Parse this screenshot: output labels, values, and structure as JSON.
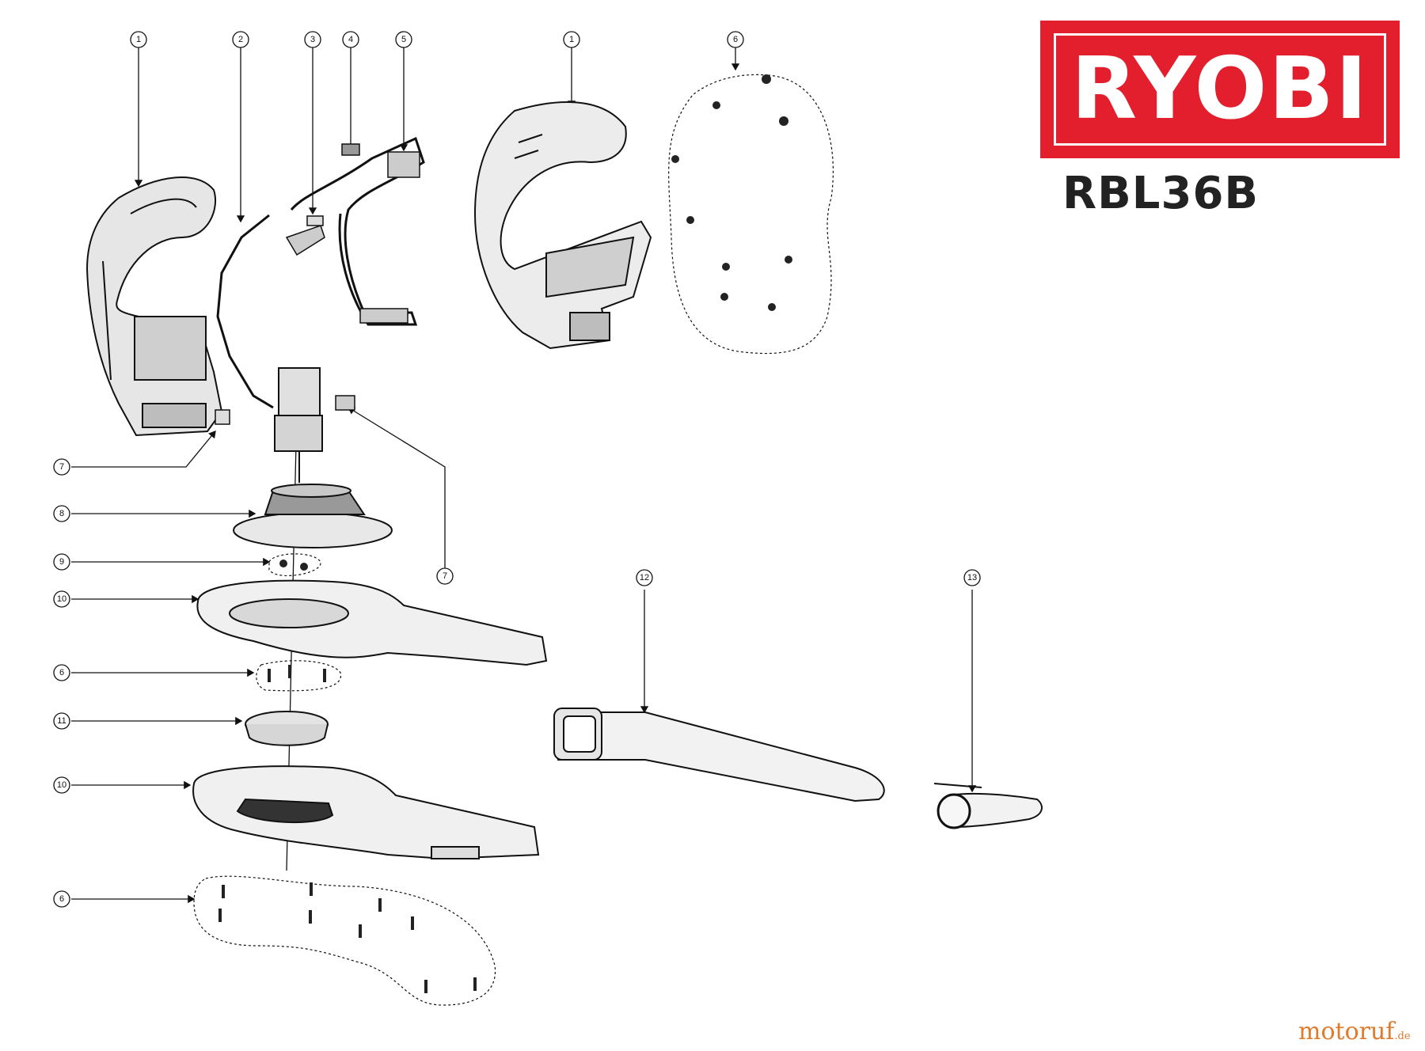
{
  "brand": {
    "name": "RYOBI",
    "color": "#e31e2d"
  },
  "model": "RBL36B",
  "watermark": {
    "main": "motoruf",
    "suffix": ".de"
  },
  "callouts": [
    "1",
    "2",
    "3",
    "4",
    "5",
    "1",
    "6",
    "7",
    "8",
    "9",
    "10",
    "6",
    "11",
    "10",
    "6",
    "7",
    "12",
    "13"
  ]
}
